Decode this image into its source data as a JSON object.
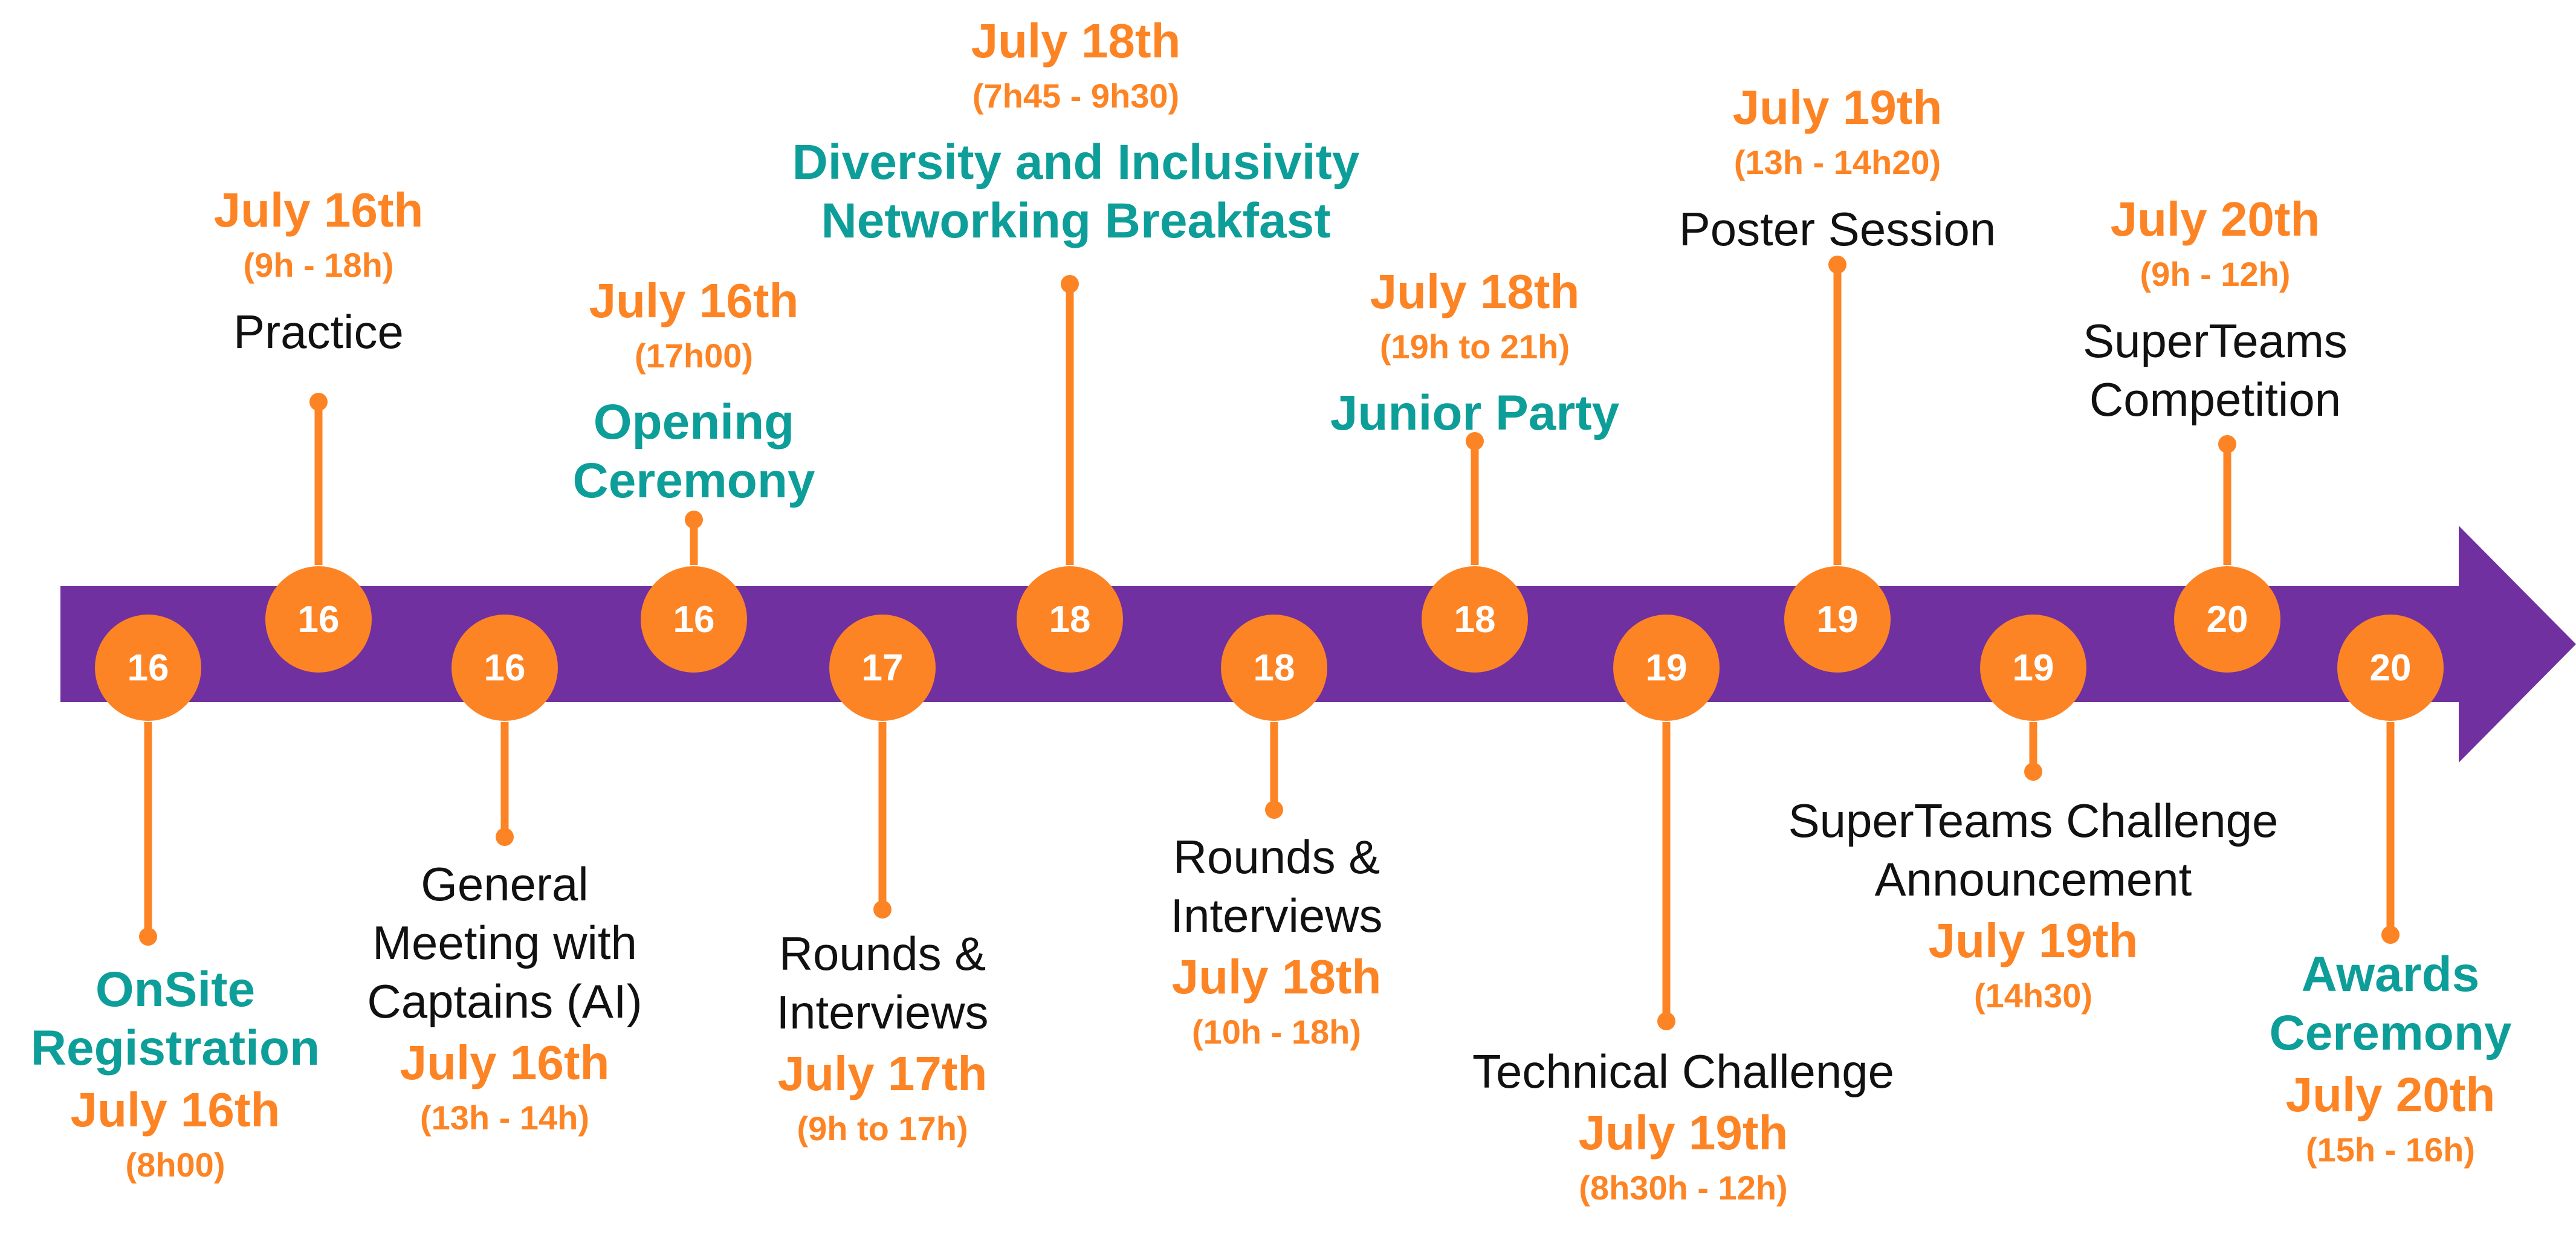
{
  "colors": {
    "arrow": "#7030A0",
    "marker": "#FD8424",
    "date_text": "#FD8424",
    "highlight_text": "#0E9E99",
    "plain_text": "#111111",
    "marker_text": "#FFFFFF"
  },
  "events": [
    {
      "id": "onsite-registration",
      "day": "16",
      "side": "below",
      "style": "highlight",
      "title": [
        "OnSite",
        "Registration"
      ],
      "date": "July 16th",
      "time": "(8h00)",
      "order": "title-first"
    },
    {
      "id": "practice",
      "day": "16",
      "side": "above",
      "style": "plain",
      "title": [
        "Practice"
      ],
      "date": "July 16th",
      "time": "(9h - 18h)",
      "order": "date-first"
    },
    {
      "id": "general-meeting",
      "day": "16",
      "side": "below",
      "style": "plain",
      "title": [
        "General",
        "Meeting with",
        "Captains (AI)"
      ],
      "date": "July 16th",
      "time": "(13h - 14h)",
      "order": "title-first"
    },
    {
      "id": "opening-ceremony",
      "day": "16",
      "side": "above",
      "style": "highlight",
      "title": [
        "Opening",
        "Ceremony"
      ],
      "date": "July 16th",
      "time": "(17h00)",
      "order": "date-first"
    },
    {
      "id": "rounds-interviews-17",
      "day": "17",
      "side": "below",
      "style": "plain",
      "title": [
        "Rounds &",
        "Interviews"
      ],
      "date": "July 17th",
      "time": "(9h to 17h)",
      "order": "title-first"
    },
    {
      "id": "diversity-breakfast",
      "day": "18",
      "side": "above",
      "style": "highlight",
      "title": [
        "Diversity and Inclusivity",
        "Networking Breakfast"
      ],
      "date": "July 18th",
      "time": "(7h45 - 9h30)",
      "order": "date-first"
    },
    {
      "id": "rounds-interviews-18",
      "day": "18",
      "side": "below",
      "style": "plain",
      "title": [
        "Rounds &",
        "Interviews"
      ],
      "date": "July 18th",
      "time": "(10h - 18h)",
      "order": "title-first"
    },
    {
      "id": "junior-party",
      "day": "18",
      "side": "above",
      "style": "highlight",
      "title": [
        "Junior Party"
      ],
      "date": "July 18th",
      "time": "(19h to 21h)",
      "order": "date-first"
    },
    {
      "id": "technical-challenge",
      "day": "19",
      "side": "below",
      "style": "plain",
      "title": [
        "Technical Challenge"
      ],
      "date": "July 19th",
      "time": "(8h30h - 12h)",
      "order": "title-first"
    },
    {
      "id": "poster-session",
      "day": "19",
      "side": "above",
      "style": "plain",
      "title": [
        "Poster Session"
      ],
      "date": "July 19th",
      "time": "(13h - 14h20)",
      "order": "date-first"
    },
    {
      "id": "superteams-announcement",
      "day": "19",
      "side": "below",
      "style": "plain",
      "title": [
        "SuperTeams Challenge",
        "Announcement"
      ],
      "date": "July 19th",
      "time": "(14h30)",
      "order": "title-first"
    },
    {
      "id": "superteams-competition",
      "day": "20",
      "side": "above",
      "style": "plain",
      "title": [
        "SuperTeams",
        "Competition"
      ],
      "date": "July 20th",
      "time": "(9h - 12h)",
      "order": "date-first"
    },
    {
      "id": "awards-ceremony",
      "day": "20",
      "side": "below",
      "style": "highlight",
      "title": [
        "Awards",
        "Ceremony"
      ],
      "date": "July 20th",
      "time": "(15h - 16h)",
      "order": "title-first"
    }
  ]
}
